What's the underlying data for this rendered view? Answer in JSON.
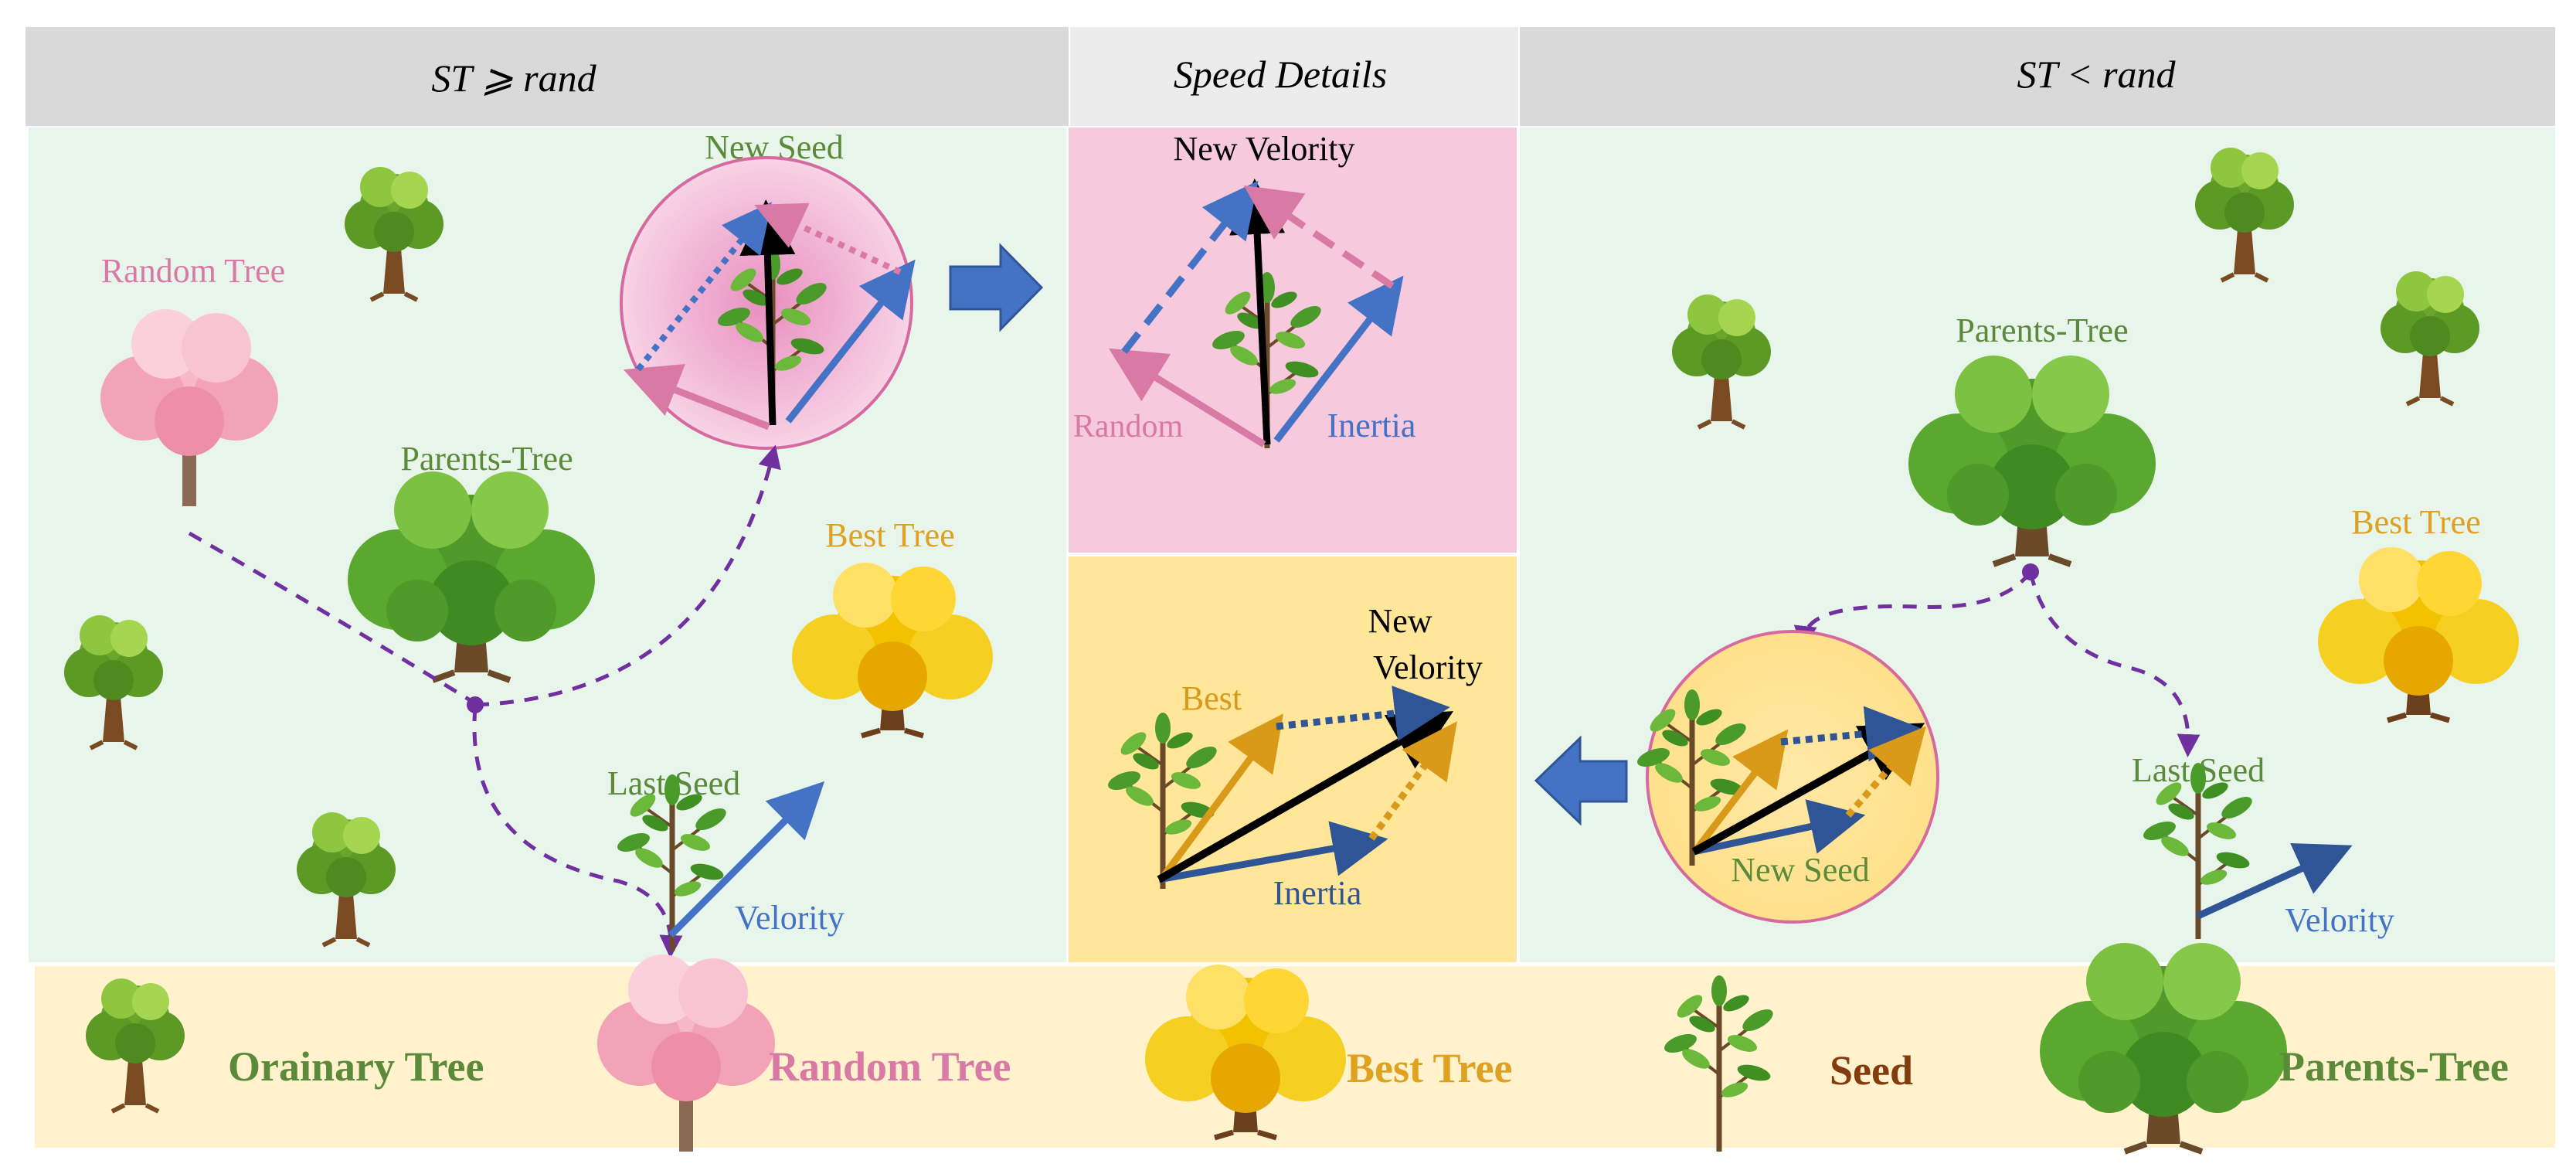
{
  "headers": {
    "left": "ST ⩾ rand",
    "center": "Speed Details",
    "right": "ST < rand"
  },
  "left_panel": {
    "new_seed": "New Seed",
    "random_tree": "Random Tree",
    "parents_tree": "Parents-Tree",
    "best_tree": "Best Tree",
    "last_seed": "Last Seed",
    "velocity": "Velority"
  },
  "center_top": {
    "new_velocity": "New Velority",
    "random": "Random",
    "inertia": "Inertia"
  },
  "center_bottom": {
    "new_velocity_line1": "New",
    "new_velocity_line2": "Velority",
    "best": "Best",
    "inertia": "Inertia"
  },
  "right_panel": {
    "parents_tree": "Parents-Tree",
    "best_tree": "Best Tree",
    "last_seed": "Last Seed",
    "velocity": "Velority",
    "new_seed": "New Seed"
  },
  "legend": {
    "ordinary": "Orainary Tree",
    "random": "Random Tree",
    "best": "Best Tree",
    "seed": "Seed",
    "parents": "Parents-Tree"
  },
  "colors": {
    "green_text": "#5b8a3a",
    "pink_text": "#d97aa6",
    "orange_text": "#e0a020",
    "blue_arrow": "#4472c4",
    "purple_dash": "#7030a0",
    "panel_green": "#e8f5ea",
    "panel_pink": "#f6c9dc",
    "panel_yellow": "#ffe699",
    "legend_bg": "#fff2cc",
    "header_gray": "#d9d9d9"
  }
}
